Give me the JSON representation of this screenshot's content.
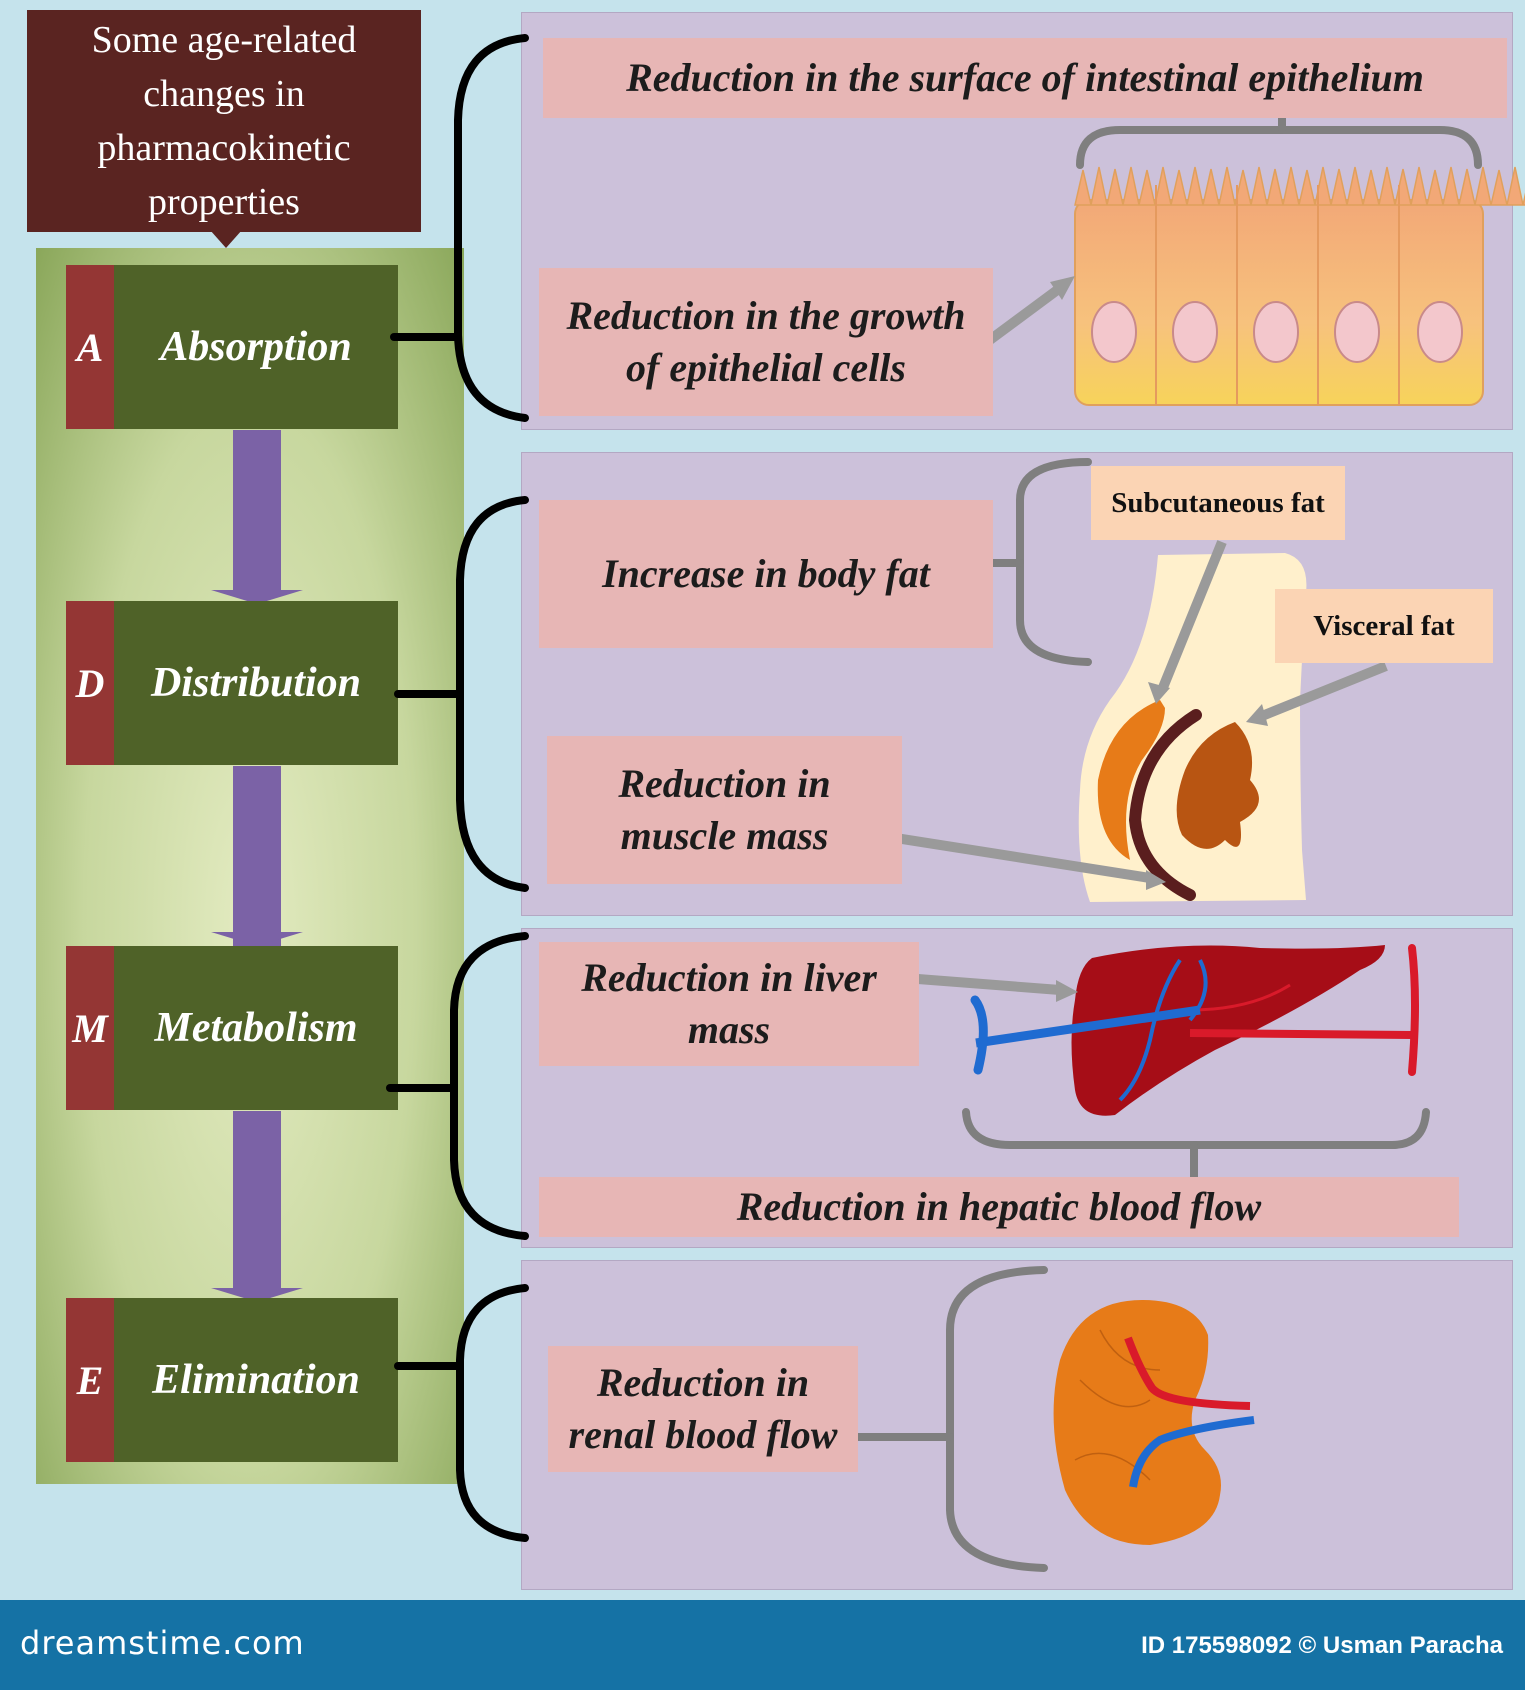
{
  "title": {
    "line1": "Some age-related",
    "line2": "changes in",
    "line3": "pharmacokinetic",
    "line4": "properties"
  },
  "steps": [
    {
      "letter": "A",
      "name": "Absorption"
    },
    {
      "letter": "D",
      "name": "Distribution"
    },
    {
      "letter": "M",
      "name": "Metabolism"
    },
    {
      "letter": "E",
      "name": "Elimination"
    }
  ],
  "absorption": {
    "surface": "Reduction in the surface of intestinal epithelium",
    "growth_line1": "Reduction in the growth",
    "growth_line2": "of epithelial cells"
  },
  "distribution": {
    "body_fat": "Increase in body fat",
    "muscle_line1": "Reduction in",
    "muscle_line2": "muscle mass",
    "subcutaneous": "Subcutaneous fat",
    "visceral": "Visceral fat"
  },
  "metabolism": {
    "liver_line1": "Reduction in liver",
    "liver_line2": "mass",
    "hepatic": "Reduction in hepatic blood flow"
  },
  "elimination": {
    "renal_line1": "Reduction in",
    "renal_line2": "renal blood flow"
  },
  "footer": {
    "brand": "dreamstime.com",
    "credit": "ID 175598092 © Usman Paracha"
  },
  "colors": {
    "step_green": "#4f6228",
    "step_letter": "#943634",
    "title_bg": "#5a2421",
    "arrow": "#7b62a6",
    "panel": "#ccc1da",
    "label_pink": "#e7b6b5",
    "tag_peach": "#fbd4b4",
    "footer": "#1572a5"
  }
}
